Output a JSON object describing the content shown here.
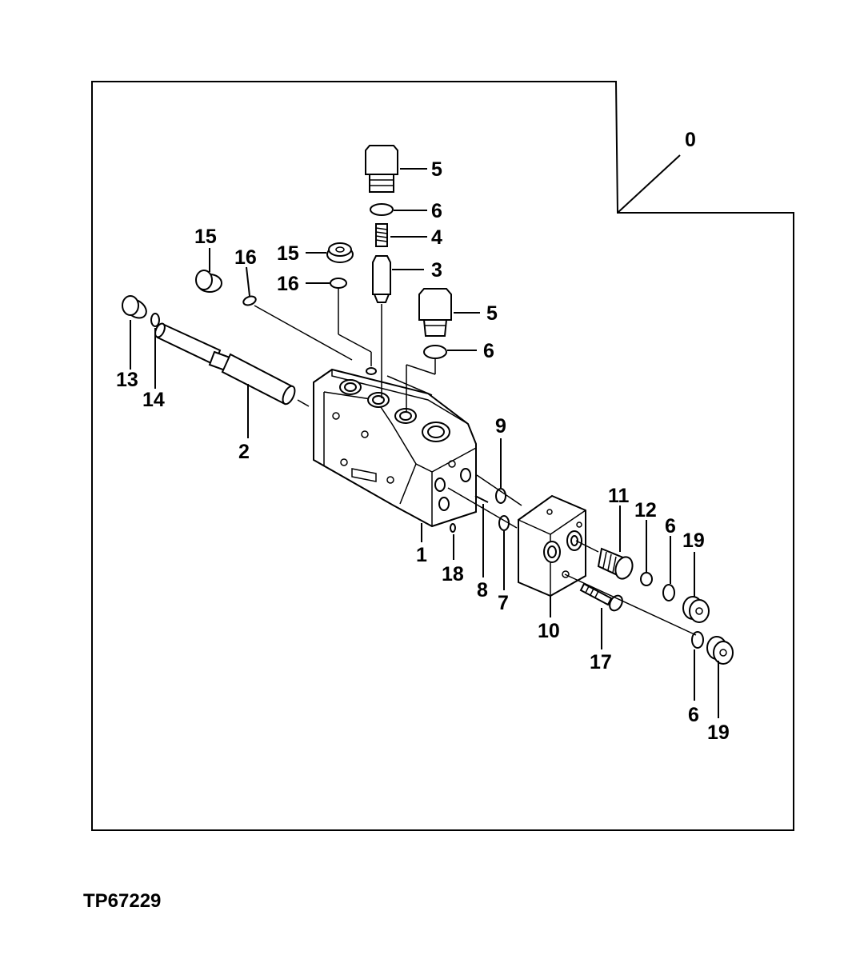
{
  "figure_id": "TP67229",
  "callouts": {
    "c0": "0",
    "c1": "1",
    "c2": "2",
    "c3": "3",
    "c4": "4",
    "c5a": "5",
    "c5b": "5",
    "c6a": "6",
    "c6b": "6",
    "c6c": "6",
    "c6d": "6",
    "c7": "7",
    "c8": "8",
    "c9": "9",
    "c10": "10",
    "c11": "11",
    "c12": "12",
    "c13": "13",
    "c14": "14",
    "c15a": "15",
    "c15b": "15",
    "c16a": "16",
    "c16b": "16",
    "c17": "17",
    "c18": "18",
    "c19a": "19",
    "c19b": "19"
  }
}
